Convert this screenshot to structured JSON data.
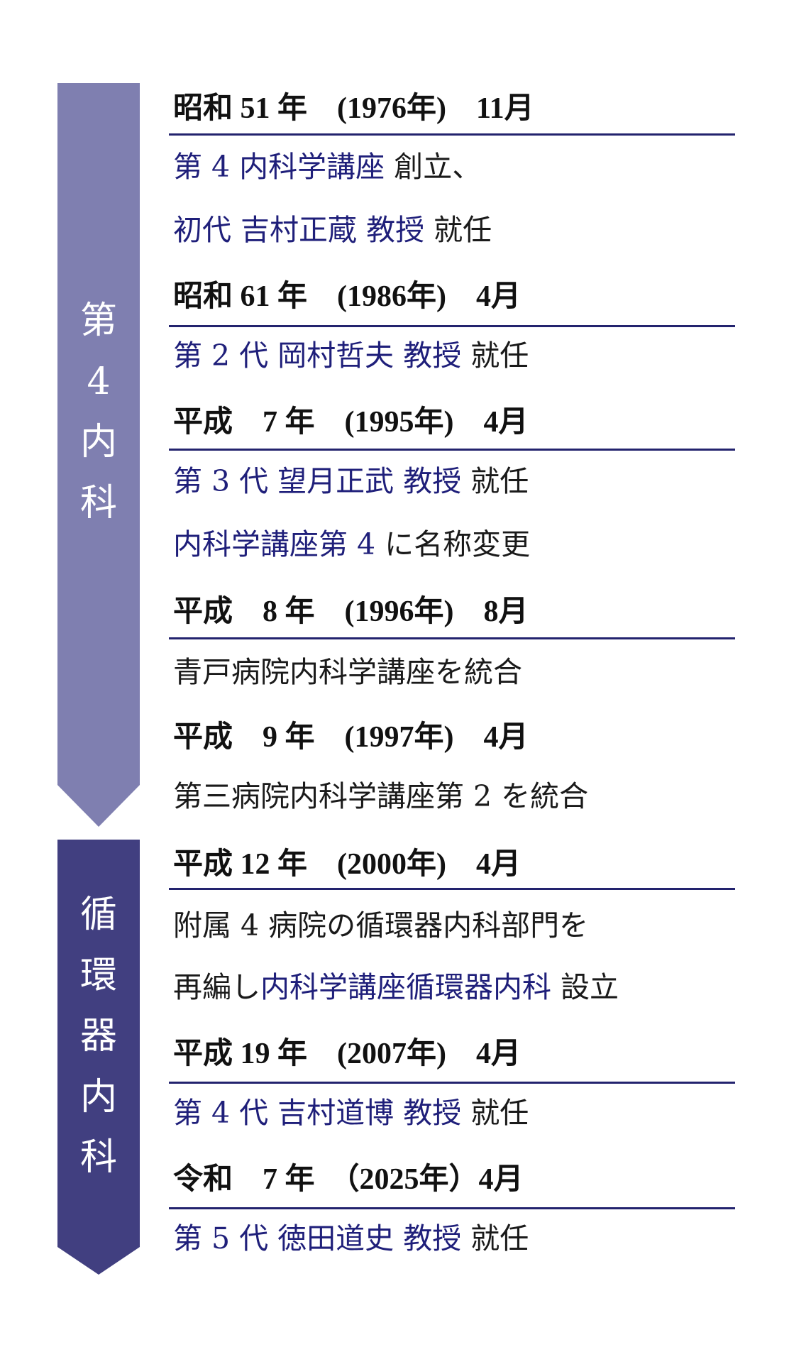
{
  "colors": {
    "era1_bar": "#7f7fb0",
    "era2_bar": "#413f80",
    "accent_text": "#1f1f7a",
    "plain_text": "#1a1a1a",
    "rule": "#23236e"
  },
  "eras": [
    {
      "label_chars": [
        "第",
        "4",
        "内",
        "科"
      ]
    },
    {
      "label_chars": [
        "循",
        "環",
        "器",
        "内",
        "科"
      ]
    }
  ],
  "entries": [
    {
      "header": "昭和 51 年　(1976年)　11月",
      "lines": [
        [
          {
            "t": "第 4 内科学講座",
            "accent": true
          },
          {
            "t": " 創立、",
            "accent": false
          }
        ],
        [
          {
            "t": "初代 吉村正蔵 教授",
            "accent": true
          },
          {
            "t": " 就任",
            "accent": false
          }
        ]
      ]
    },
    {
      "header": "昭和 61 年　(1986年)　4月",
      "lines": [
        [
          {
            "t": "第 2 代 岡村哲夫 教授",
            "accent": true
          },
          {
            "t": " 就任",
            "accent": false
          }
        ]
      ]
    },
    {
      "header": "平成　7 年　(1995年)　4月",
      "lines": [
        [
          {
            "t": "第 3 代 望月正武 教授",
            "accent": true
          },
          {
            "t": " 就任",
            "accent": false
          }
        ],
        [
          {
            "t": "内科学講座第 4",
            "accent": true
          },
          {
            "t": " に名称変更",
            "accent": false
          }
        ]
      ]
    },
    {
      "header": "平成　8 年　(1996年)　8月",
      "lines": [
        [
          {
            "t": "青戸病院内科学講座を統合",
            "accent": false
          }
        ]
      ]
    },
    {
      "header": "平成　9 年　(1997年)　4月",
      "rule": false,
      "lines": [
        [
          {
            "t": "第三病院内科学講座第 2 を統合",
            "accent": false
          }
        ]
      ]
    },
    {
      "header": "平成 12 年　(2000年)　4月",
      "lines": [
        [
          {
            "t": "附属 4 病院の循環器内科部門を",
            "accent": false
          }
        ],
        [
          {
            "t": "再編し",
            "accent": false
          },
          {
            "t": "内科学講座循環器内科",
            "accent": true
          },
          {
            "t": " 設立",
            "accent": false
          }
        ]
      ]
    },
    {
      "header": "平成 19 年　(2007年)　4月",
      "lines": [
        [
          {
            "t": "第 4 代 吉村道博 教授",
            "accent": true
          },
          {
            "t": " 就任",
            "accent": false
          }
        ]
      ]
    },
    {
      "header": "令和　7 年　（2025年）4月",
      "lines": [
        [
          {
            "t": "第 5 代 徳田道史 教授",
            "accent": true
          },
          {
            "t": " 就任",
            "accent": false
          }
        ]
      ]
    }
  ]
}
